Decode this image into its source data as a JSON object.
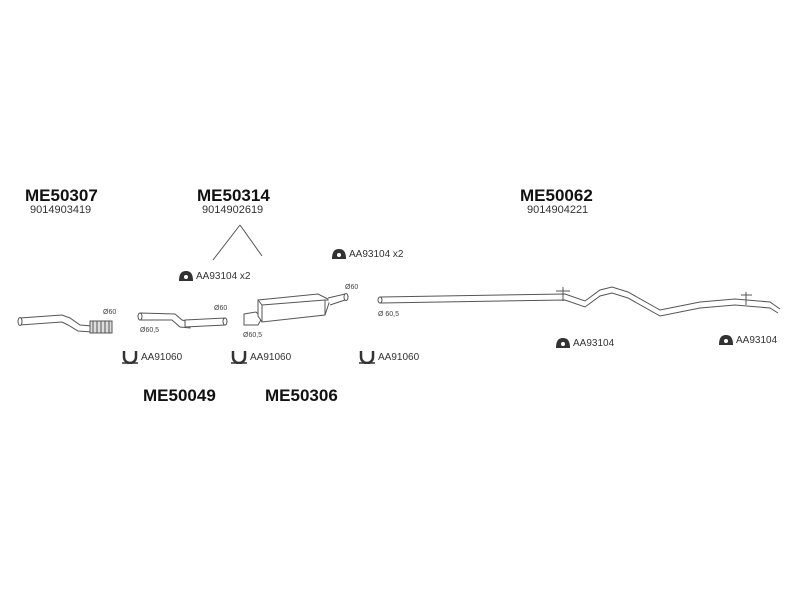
{
  "groups": {
    "g1": {
      "code": "ME50307",
      "oem": "9014903419"
    },
    "g2": {
      "code": "ME50314",
      "oem": "9014902619"
    },
    "g3": {
      "code": "ME50062",
      "oem": "9014904221"
    },
    "g4": {
      "code": "ME50049"
    },
    "g5": {
      "code": "ME50306"
    }
  },
  "accessories": {
    "hanger_a": "AA93104 x2",
    "hanger_b": "AA93104 x2",
    "hanger_c": "AA93104",
    "hanger_d": "AA93104",
    "clamp_a": "AA91060",
    "clamp_b": "AA91060",
    "clamp_c": "AA91060"
  },
  "dimensions": {
    "d1": "Ø60",
    "d2": "Ø60",
    "d3": "Ø60,5",
    "d4": "Ø60,5",
    "d5": "Ø60",
    "d6": "Ø 60,5"
  },
  "colors": {
    "line": "#555555",
    "hanger": "#333333"
  }
}
